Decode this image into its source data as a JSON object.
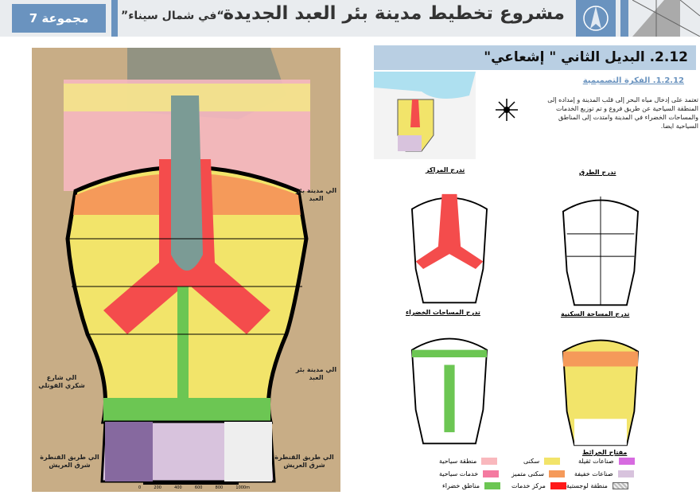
{
  "header": {
    "group": "مجموعة 7",
    "title": "مشروع تخطيط مدينة بئر العبد الجديدة",
    "subtitle": "“في شمال سيناء”"
  },
  "section": {
    "title": "2.12. البديل الثاني \" إشعاعي\"",
    "subtitle": "1.2.12. الفكرة التصميمية",
    "paragraph": "تعتمد على إدخال مياه البحر إلى قلب المدينة و إمداده إلى المنطقة السياحية عن طريق فروع و تم توزيع الخدمات والمساحات الخضراء في المدينة وامتدت إلى المناطق السياحية ايضا."
  },
  "main_map": {
    "labels": {
      "right_top": "الي مدينة بئر العبد",
      "left_mid": "الي شارع شكري القوتلي",
      "right_mid": "الي مدينة بئر العبد",
      "left_bottom": "الي طريق القنطرة شرق العريش",
      "right_bottom": "الي طريق القنطرة شرق العريش"
    },
    "scale": [
      "0",
      "200",
      "400",
      "600",
      "800",
      "1000m"
    ]
  },
  "small_maps": [
    {
      "title": "تدرج المراكز"
    },
    {
      "title": "تدرج الطرق"
    },
    {
      "title": "تدرج المساحات الخضراء"
    },
    {
      "title": "تدرج المساحة السكنية"
    }
  ],
  "legend": {
    "title": "مفتاح الخرائط",
    "items": [
      {
        "label": "منطقة سياحية",
        "color": "#f9b8bd"
      },
      {
        "label": "سكنى",
        "color": "#f2e46a"
      },
      {
        "label": "صناعات ثقيلة",
        "color": "#d76be0"
      },
      {
        "label": "خدمات سياحية",
        "color": "#f47aa0"
      },
      {
        "label": "سكنى متميز",
        "color": "#f59a5a"
      },
      {
        "label": "صناعات خفيفة",
        "color": "#d8c3dd"
      },
      {
        "label": "مناطق خضراء",
        "color": "#6cc653"
      },
      {
        "label": "مركز خدمات",
        "color": "#ff1a1a"
      },
      {
        "label": "منطقة لوجستية",
        "color": "#dddddd"
      }
    ]
  }
}
